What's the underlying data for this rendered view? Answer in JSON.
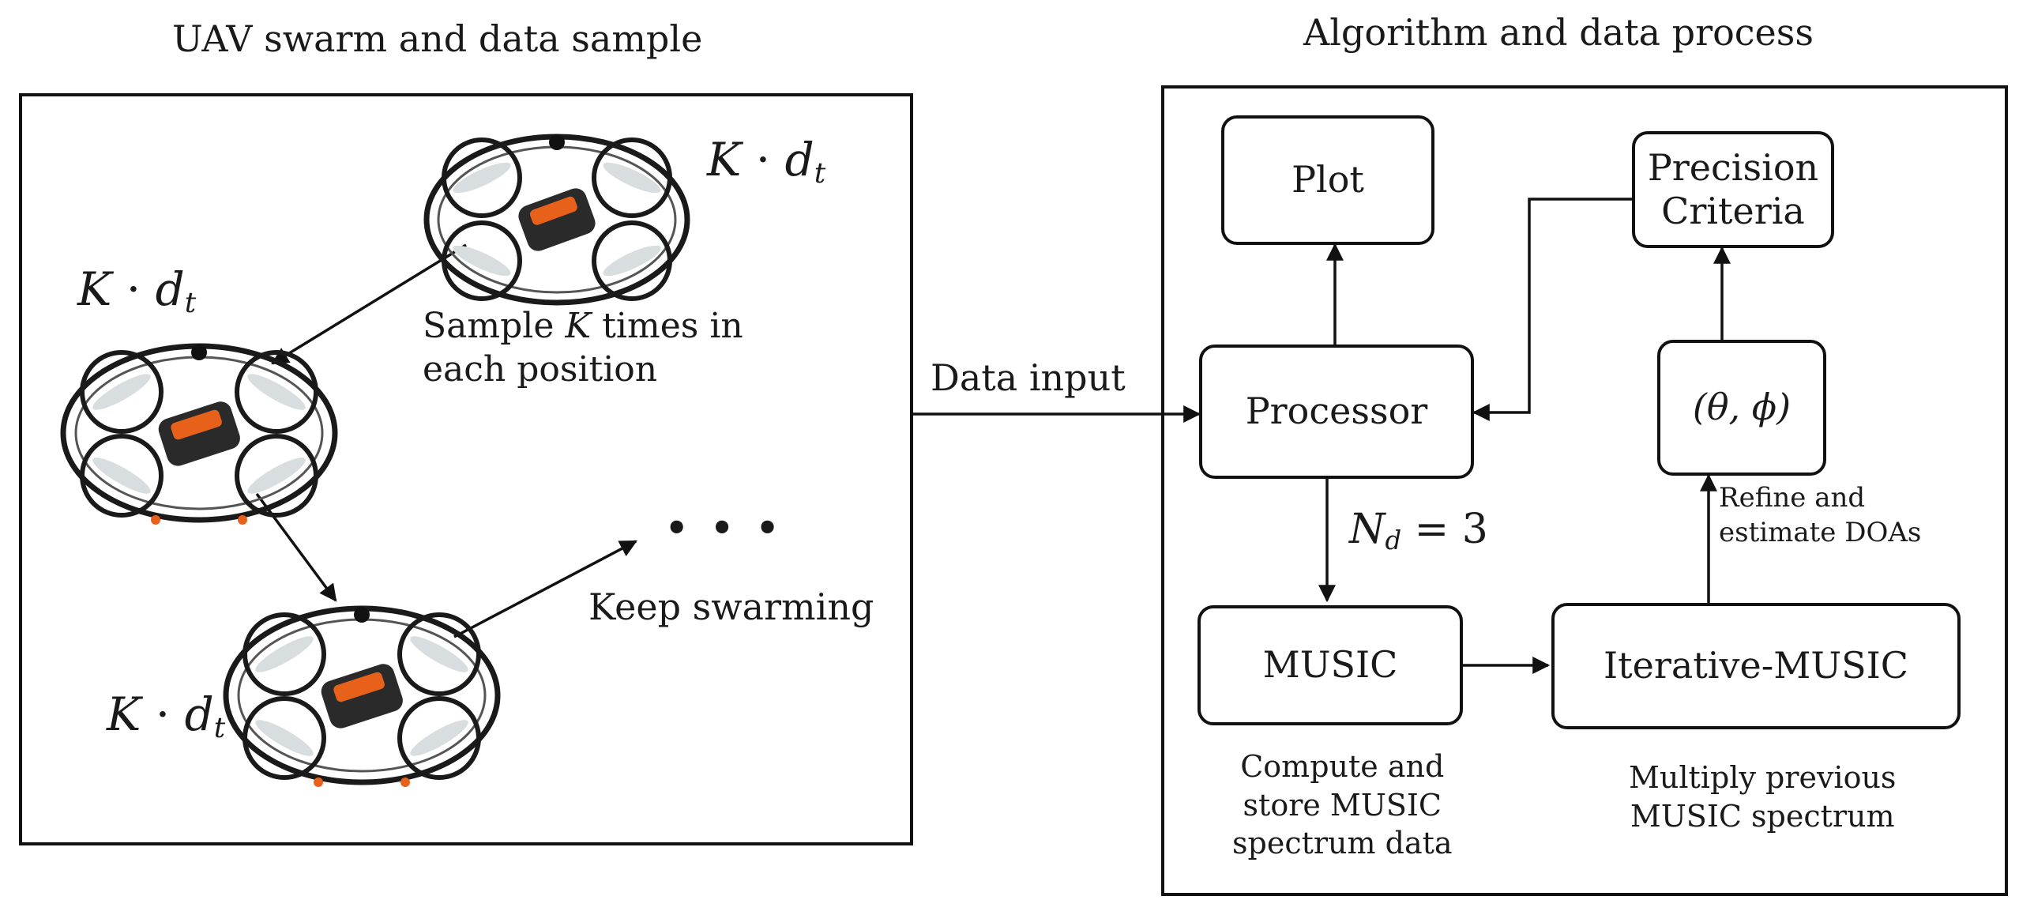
{
  "left_panel": {
    "title": "UAV swarm and data sample",
    "sample_note": {
      "line1_pre": "Sample ",
      "line1_var": "K",
      "line1_post": " times in",
      "line2": "each position"
    },
    "keep_swarming": "Keep swarming",
    "ellipsis": "• • •",
    "drone_labels": [
      {
        "var": "K",
        "op": " · ",
        "base": "d",
        "sub": "t"
      },
      {
        "var": "K",
        "op": " · ",
        "base": "d",
        "sub": "t"
      },
      {
        "var": "K",
        "op": " · ",
        "base": "d",
        "sub": "t"
      }
    ]
  },
  "connector": {
    "label": "Data input"
  },
  "right_panel": {
    "title": "Algorithm and data process",
    "nodes": {
      "plot": "Plot",
      "precision_line1": "Precision",
      "precision_line2": "Criteria",
      "processor": "Processor",
      "theta_phi": "(θ, ϕ)",
      "music": "MUSIC",
      "iterative_music": "Iterative-MUSIC"
    },
    "nd_label": {
      "base": "N",
      "sub": "d",
      "rest": " = 3"
    },
    "refine_line1": "Refine and",
    "refine_line2": "estimate DOAs",
    "music_note": [
      "Compute and",
      "store MUSIC",
      "spectrum data"
    ],
    "iterative_note": [
      "Multiply previous",
      "MUSIC spectrum"
    ]
  },
  "colors": {
    "drone_frame": "#1a1a1a",
    "drone_accent": "#e8611a",
    "drone_prop": "#d8dde0"
  }
}
